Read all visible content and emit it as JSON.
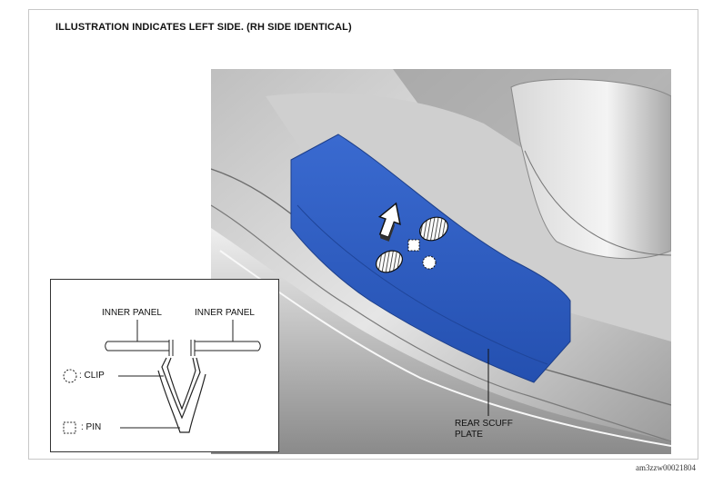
{
  "heading": "ILLUSTRATION INDICATES LEFT SIDE. (RH SIDE IDENTICAL)",
  "document_code": "am3zzw00021804",
  "labels": {
    "scuff_line1": "REAR SCUFF",
    "scuff_line2": "PLATE",
    "inner_panel_left": "INNER PANEL",
    "inner_panel_right": "INNER PANEL",
    "clip": ": CLIP",
    "pin": ": PIN"
  },
  "colors": {
    "scuff_plate": "#2f5fc2",
    "body_gray": "#d9d9d9"
  },
  "icons": {
    "clip_symbol": "dashed-circle-icon",
    "pin_symbol": "dashed-square-icon",
    "removal_direction": "arrow-up-icon"
  }
}
